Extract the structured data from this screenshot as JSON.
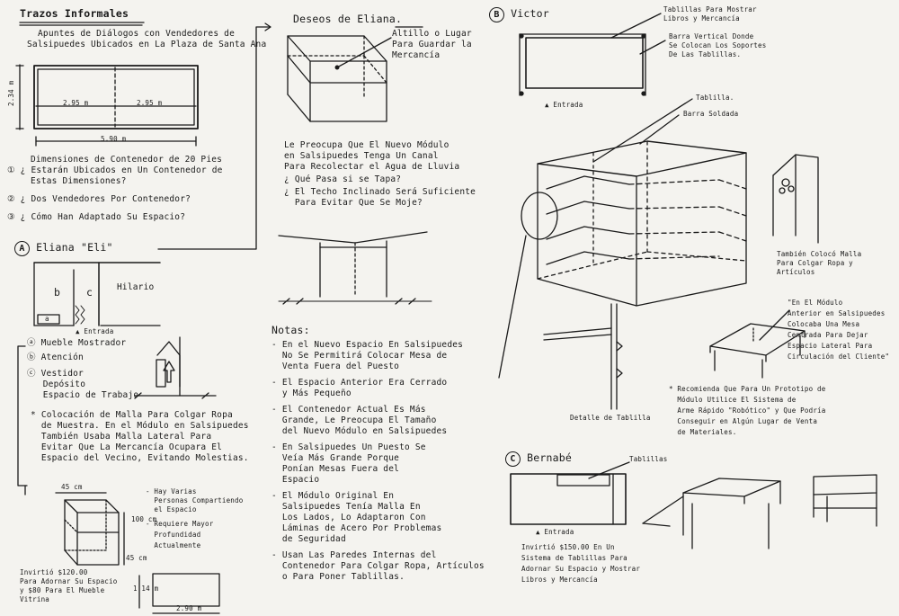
{
  "header": {
    "title": "Trazos Informales",
    "subtitle_lines": [
      "Apuntes de Diálogos con Vendedores de",
      "Salsipuedes Ubicados en La Plaza de Santa Ana"
    ]
  },
  "container": {
    "height": "2.34 m",
    "half_left": "2.95 m",
    "half_right": "2.95 m",
    "total": "5.90 m"
  },
  "questions": {
    "intro": [
      "Dimensiones de Contenedor de 20 Pies",
      "Estarán Ubicados en Un Contenedor de",
      "Estas Dimensiones?"
    ],
    "q1": "① ¿ Estarán Ubicados en Un Contenedor de",
    "q2": "② ¿ Dos Vendedores Por Contenedor?",
    "q3": "③ ¿ Cómo Han Adaptado Su Espacio?"
  },
  "eliana": {
    "marker": "A",
    "name": "Eliana \"Eli\"",
    "plan_b": "b",
    "plan_c": "c",
    "plan_a": "a",
    "plan_hilario": "Hilario",
    "plan_entrada": "▲ Entrada",
    "items": [
      "ⓐ Mueble Mostrador",
      "ⓑ Atención",
      "ⓒ Vestidor",
      "   Depósito",
      "   Espacio de Trabajo"
    ],
    "note_lines": [
      "* Colocación de Malla Para Colgar Ropa",
      "  de Muestra. En el Módulo en Salsipuedes",
      "  También Usaba Malla Lateral Para",
      "  Evitar Que La Mercancía Ocupara El",
      "  Espacio del Vecino, Evitando Molestias."
    ],
    "box_dim_top": "45 cm",
    "box_dim_side": "100 cm",
    "box_dim_depth": "45 cm",
    "invest_lines": [
      "Invirtió $120.00",
      "Para Adornar Su Espacio",
      "y $80 Para El Mueble",
      "Vitrina"
    ],
    "varios_lines": [
      "- Hay Varias",
      "  Personas Compartiendo",
      "  el Espacio",
      "- Requiere Mayor",
      "  Profundidad",
      "  Actualmente"
    ],
    "plan2_dim_side": "1.14 m",
    "plan2_dim_bottom": "2.90 m"
  },
  "deseos": {
    "title": "Deseos de Eliana.",
    "label_lines": [
      "Altillo o Lugar",
      "Para Guardar la",
      "Mercancía"
    ],
    "concern_lines": [
      "Le Preocupa Que El Nuevo Módulo",
      "en Salsipuedes Tenga Un Canal",
      "Para Recolectar el Agua de Lluvia",
      "¿ Qué Pasa si se Tapa?",
      "¿ El Techo Inclinado Será Suficiente",
      "  Para Evitar Que Se Moje?"
    ]
  },
  "notas": {
    "title": "Notas:",
    "lines": [
      "- En el Nuevo Espacio En Salsipuedes",
      "  No Se Permitirá Colocar Mesa de",
      "  Venta Fuera del Puesto",
      "- El Espacio Anterior Era Cerrado",
      "  y Más Pequeño",
      "- El Contenedor Actual Es Más",
      "  Grande, Le Preocupa El Tamaño",
      "  del Nuevo Módulo en Salsipuedes",
      "- En Salsipuedes Un Puesto Se",
      "  Veía Más Grande Porque",
      "  Ponían Mesas Fuera del",
      "  Espacio",
      "- El Módulo Original En",
      "  Salsipuedes Tenía Malla En",
      "  Los Lados, Lo Adaptaron Con",
      "  Láminas de Acero Por Problemas",
      "  de Seguridad",
      "- Usan Las Paredes Internas del",
      "  Contenedor Para Colgar Ropa, Artículos",
      "  o Para Poner Tablillas."
    ]
  },
  "victor": {
    "marker": "B",
    "name": "Victor",
    "label1_lines": [
      "Tablillas Para Mostrar",
      "Libros y Mercancía"
    ],
    "label2_lines": [
      "Barra Vertical Donde",
      "Se Colocan Los Soportes",
      "De Las Tablillas."
    ],
    "entrada": "▲ Entrada",
    "tablilla": "Tablilla.",
    "barra": "Barra Soldada",
    "detalle": "Detalle de Tablilla",
    "malla_lines": [
      "También Colocó Malla",
      "Para Colgar Ropa y",
      "Artículos"
    ],
    "anterior_lines": [
      "\"En El Módulo",
      "Anterior en Salsipuedes",
      "Colocaba Una Mesa",
      "Centrada Para Dejar",
      "Espacio Lateral Para",
      "Circulación del Cliente\""
    ],
    "recom_lines": [
      "* Recomienda Que Para Un Prototipo de",
      "  Módulo Utilice El Sistema de",
      "  Arme Rápido \"Robótico\" y Que Podría",
      "  Conseguir en Algún Lugar de Venta",
      "  de Materiales."
    ]
  },
  "bernabe": {
    "marker": "C",
    "name": "Bernabé",
    "tablillas": "Tablillas",
    "entrada": "▲ Entrada",
    "invest_lines": [
      "Invirtió $150.00 En Un",
      "Sistema de Tablillas Para",
      "Adornar Su Espacio y Mostrar",
      "Libros y Mercancía"
    ]
  },
  "colors": {
    "ink": "#1a1a1a",
    "paper": "#f4f3ef"
  }
}
